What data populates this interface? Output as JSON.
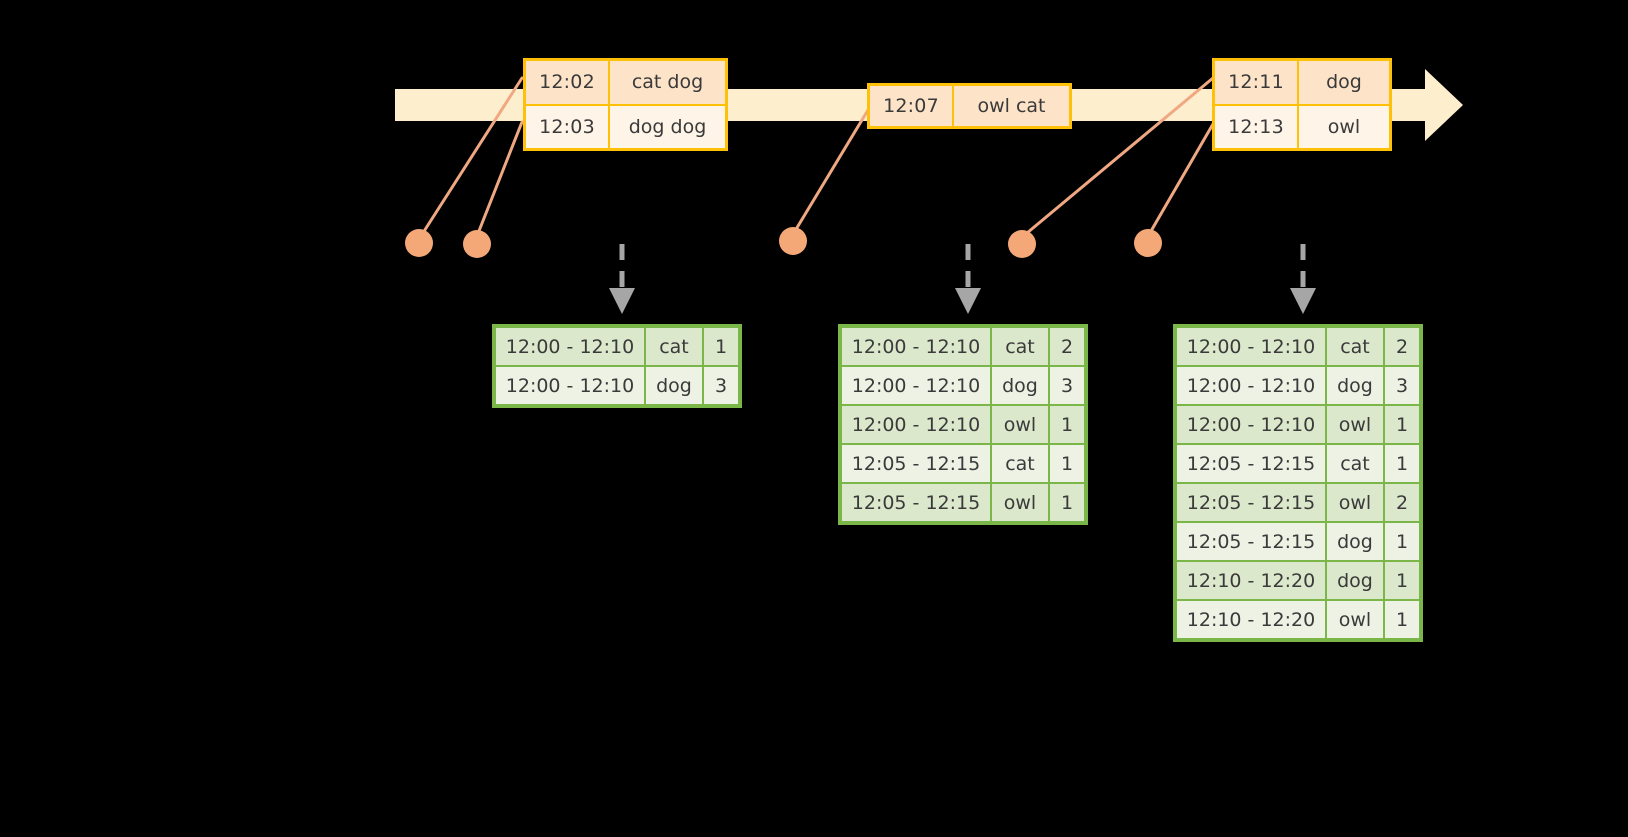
{
  "diagram": {
    "type": "windowed-aggregation-timeline",
    "colors": {
      "background": "#000000",
      "timeline_band": "#FDEFCD",
      "event_border": "#FFC107",
      "event_fill_a": "#FDE3C8",
      "event_fill_b": "#FEF4E8",
      "connector": "#F0A882",
      "dot": "#F4A878",
      "table_border": "#7AB648",
      "table_fill_a": "#DCE8CB",
      "table_fill_b": "#EDF2E5",
      "arrow": "#A6A6A6"
    }
  },
  "timeline": {
    "name": "event-stream-timeline",
    "events": [
      {
        "name": "event-group-1",
        "rows": [
          {
            "time": "12:02",
            "value": "cat dog"
          },
          {
            "time": "12:03",
            "value": "dog dog"
          }
        ]
      },
      {
        "name": "event-group-2",
        "rows": [
          {
            "time": "12:07",
            "value": "owl cat"
          }
        ]
      },
      {
        "name": "event-group-3",
        "rows": [
          {
            "time": "12:11",
            "value": "dog"
          },
          {
            "time": "12:13",
            "value": "owl"
          }
        ]
      }
    ]
  },
  "dots": [
    {
      "name": "event-marker-1202"
    },
    {
      "name": "event-marker-1203"
    },
    {
      "name": "event-marker-1207"
    },
    {
      "name": "event-marker-1211"
    },
    {
      "name": "event-marker-1213"
    }
  ],
  "results": {
    "columns": [
      "window",
      "key",
      "count"
    ],
    "tables": [
      {
        "name": "result-table-1",
        "rows": [
          {
            "window": "12:00 - 12:10",
            "key": "cat",
            "count": "1"
          },
          {
            "window": "12:00 - 12:10",
            "key": "dog",
            "count": "3"
          }
        ]
      },
      {
        "name": "result-table-2",
        "rows": [
          {
            "window": "12:00 - 12:10",
            "key": "cat",
            "count": "2"
          },
          {
            "window": "12:00 - 12:10",
            "key": "dog",
            "count": "3"
          },
          {
            "window": "12:00 - 12:10",
            "key": "owl",
            "count": "1"
          },
          {
            "window": "12:05 - 12:15",
            "key": "cat",
            "count": "1"
          },
          {
            "window": "12:05 - 12:15",
            "key": "owl",
            "count": "1"
          }
        ]
      },
      {
        "name": "result-table-3",
        "rows": [
          {
            "window": "12:00 - 12:10",
            "key": "cat",
            "count": "2"
          },
          {
            "window": "12:00 - 12:10",
            "key": "dog",
            "count": "3"
          },
          {
            "window": "12:00 - 12:10",
            "key": "owl",
            "count": "1"
          },
          {
            "window": "12:05 - 12:15",
            "key": "cat",
            "count": "1"
          },
          {
            "window": "12:05 - 12:15",
            "key": "owl",
            "count": "2"
          },
          {
            "window": "12:05 - 12:15",
            "key": "dog",
            "count": "1"
          },
          {
            "window": "12:10 - 12:20",
            "key": "dog",
            "count": "1"
          },
          {
            "window": "12:10 - 12:20",
            "key": "owl",
            "count": "1"
          }
        ]
      }
    ]
  }
}
